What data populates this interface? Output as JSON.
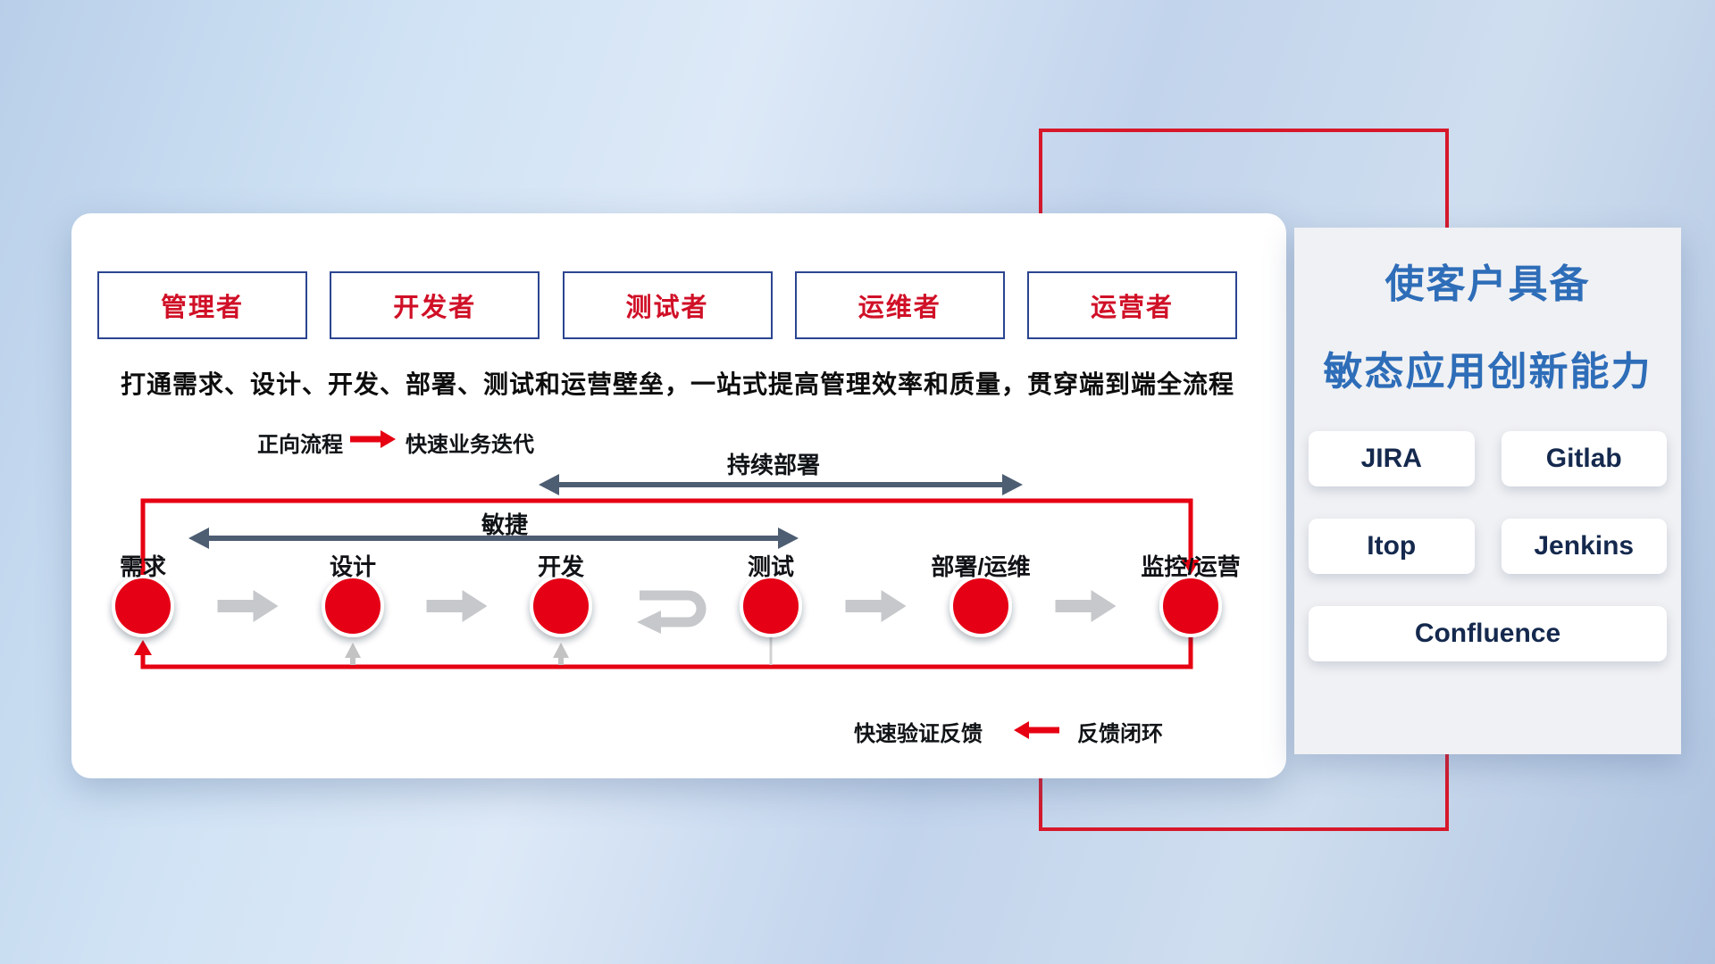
{
  "colors": {
    "red": "#e60012",
    "red_frame": "#d7182a",
    "navy_border": "#2b4590",
    "role_text": "#d01027",
    "slate_arrow": "#4d5d72",
    "gray_arrow": "#c6c8cb",
    "panel_title_blue": "#2e6db8",
    "tool_text": "#15294e"
  },
  "roles": [
    {
      "label": "管理者"
    },
    {
      "label": "开发者"
    },
    {
      "label": "测试者"
    },
    {
      "label": "运维者"
    },
    {
      "label": "运营者"
    }
  ],
  "description": "打通需求、设计、开发、部署、测试和运营壁垒，一站式提高管理效率和质量，贯穿端到端全流程",
  "legends": {
    "forward_label": "正向流程",
    "forward_value": "快速业务迭代",
    "feedback_value": "快速验证反馈",
    "feedback_label": "反馈闭环"
  },
  "flow_labels": {
    "continuous_deployment": "持续部署",
    "agile": "敏捷"
  },
  "steps": [
    {
      "label": "需求"
    },
    {
      "label": "设计"
    },
    {
      "label": "开发"
    },
    {
      "label": "测试"
    },
    {
      "label": "部署/运维"
    },
    {
      "label": "监控/运营"
    }
  ],
  "side_panel": {
    "title_line1": "使客户具备",
    "title_line2": "敏态应用创新能力",
    "tools": [
      {
        "name": "JIRA"
      },
      {
        "name": "Gitlab"
      },
      {
        "name": "Itop"
      },
      {
        "name": "Jenkins"
      },
      {
        "name": "Confluence"
      }
    ]
  }
}
